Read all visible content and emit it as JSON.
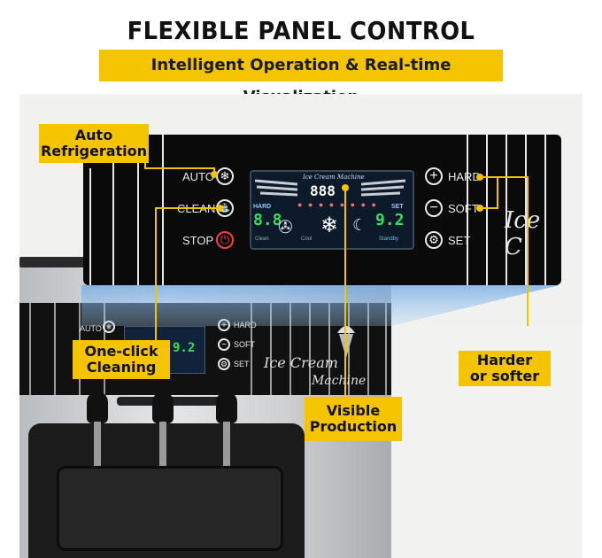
{
  "header": {
    "title": "FLEXIBLE PANEL CONTROL",
    "subtitle": "Intelligent Operation & Real-time Visualization"
  },
  "callouts": {
    "auto_refrigeration": "Auto\nRefrigeration",
    "one_click_cleaning": "One-click\nCleaning",
    "visible_production": "Visible\nProduction",
    "harder_or_softer": "Harder\nor softer"
  },
  "panel": {
    "left_buttons": [
      "AUTO",
      "CLEAN",
      "STOP"
    ],
    "right_buttons": [
      "HARD",
      "SOFT",
      "SET"
    ],
    "brand_script": "Ice C",
    "display": {
      "header": "Ice Cream Machine",
      "center_value": "888",
      "left_label": "HARD",
      "left_value": "8.8",
      "right_label": "SET",
      "right_value": "9.2",
      "bottom_left": "Clean",
      "bottom_mid": "Cool",
      "bottom_right": "Standby"
    }
  },
  "machine": {
    "small_left_buttons": [
      "AUTO"
    ],
    "small_right_buttons": [
      "HARD",
      "SOFT",
      "SET"
    ],
    "brand_line1": "Ice Cream",
    "brand_line2": "Machine",
    "small_display_value": "9.2"
  },
  "colors": {
    "callout_yellow": "#f5c400",
    "panel_black": "#0a0a0a",
    "stripe_white": "#e8e8e8",
    "highlight_blue": "#7fb6ea"
  }
}
